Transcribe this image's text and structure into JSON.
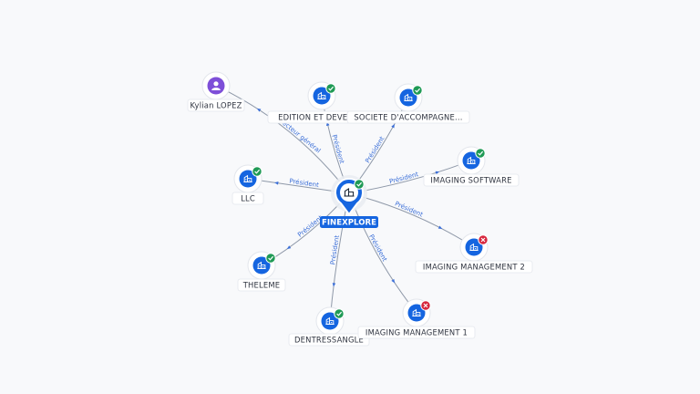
{
  "center": {
    "label": "FINEXPLORE",
    "icon": "building-icon",
    "status": "ok"
  },
  "nodes": [
    {
      "id": "kylian",
      "label": "Kylian LOPEZ",
      "type": "person",
      "icon": "person-icon",
      "status": "none",
      "edge_label": "Directeur général"
    },
    {
      "id": "edition",
      "label": "EDITION ET DEVELO...",
      "type": "company",
      "icon": "building-icon",
      "status": "ok",
      "edge_label": "Président"
    },
    {
      "id": "societe",
      "label": "SOCIETE D'ACCOMPAGNE...",
      "type": "company",
      "icon": "building-icon",
      "status": "ok",
      "edge_label": "Président"
    },
    {
      "id": "imaging_sw",
      "label": "IMAGING SOFTWARE",
      "type": "company",
      "icon": "building-icon",
      "status": "ok",
      "edge_label": "Président"
    },
    {
      "id": "llc",
      "label": "LLC",
      "type": "company",
      "icon": "building-icon",
      "status": "ok",
      "edge_label": "Président"
    },
    {
      "id": "imaging_m2",
      "label": "IMAGING MANAGEMENT 2",
      "type": "company",
      "icon": "building-icon",
      "status": "closed",
      "edge_label": "Président"
    },
    {
      "id": "theleme",
      "label": "THELEME",
      "type": "company",
      "icon": "building-icon",
      "status": "ok",
      "edge_label": "Président"
    },
    {
      "id": "dentressangle",
      "label": "DENTRESSANGLE",
      "type": "company",
      "icon": "building-icon",
      "status": "ok",
      "edge_label": "Président"
    },
    {
      "id": "imaging_m1",
      "label": "IMAGING MANAGEMENT 1",
      "type": "company",
      "icon": "building-icon",
      "status": "closed",
      "edge_label": "Président"
    }
  ],
  "colors": {
    "company": "#1565e0",
    "person": "#7e4fd8",
    "status_ok": "#1f9a55",
    "status_closed": "#d7263d",
    "edge_label": "#3b6fd8"
  }
}
